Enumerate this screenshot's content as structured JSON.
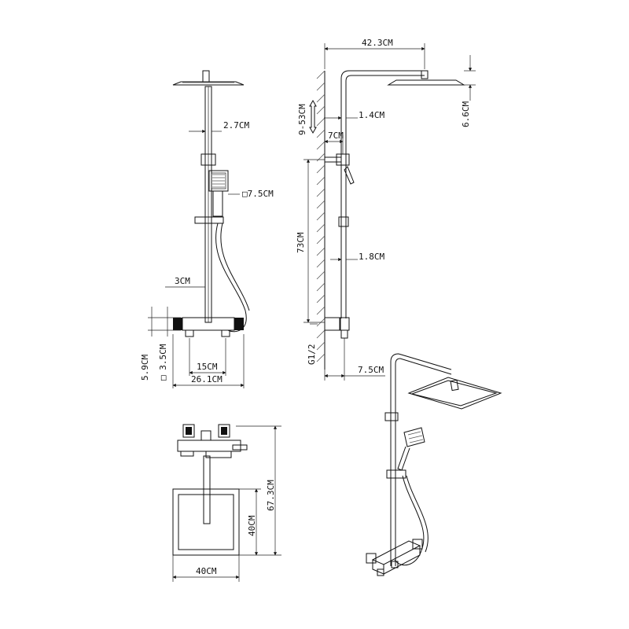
{
  "front_view": {
    "pipe_diameter": "2.7CM",
    "handshower_size": "□7.5CM",
    "slider_offset": "3CM",
    "mixer_height": "5.9CM",
    "mixer_square": "□ 3.5CM",
    "inlet_spacing": "15CM",
    "mixer_width": "26.1CM"
  },
  "side_view": {
    "arm_length": "42.3CM",
    "height_adjust": "9-53CM",
    "arm_diameter": "1.4CM",
    "wall_offset": "7CM",
    "head_thickness": "6.6CM",
    "bar_length": "73CM",
    "bar_diameter": "1.8CM",
    "inlet_thread": "G1/2",
    "inlet_offset": "7.5CM"
  },
  "top_view": {
    "total_depth": "67.3CM",
    "head_depth": "40CM",
    "head_width": "40CM"
  }
}
